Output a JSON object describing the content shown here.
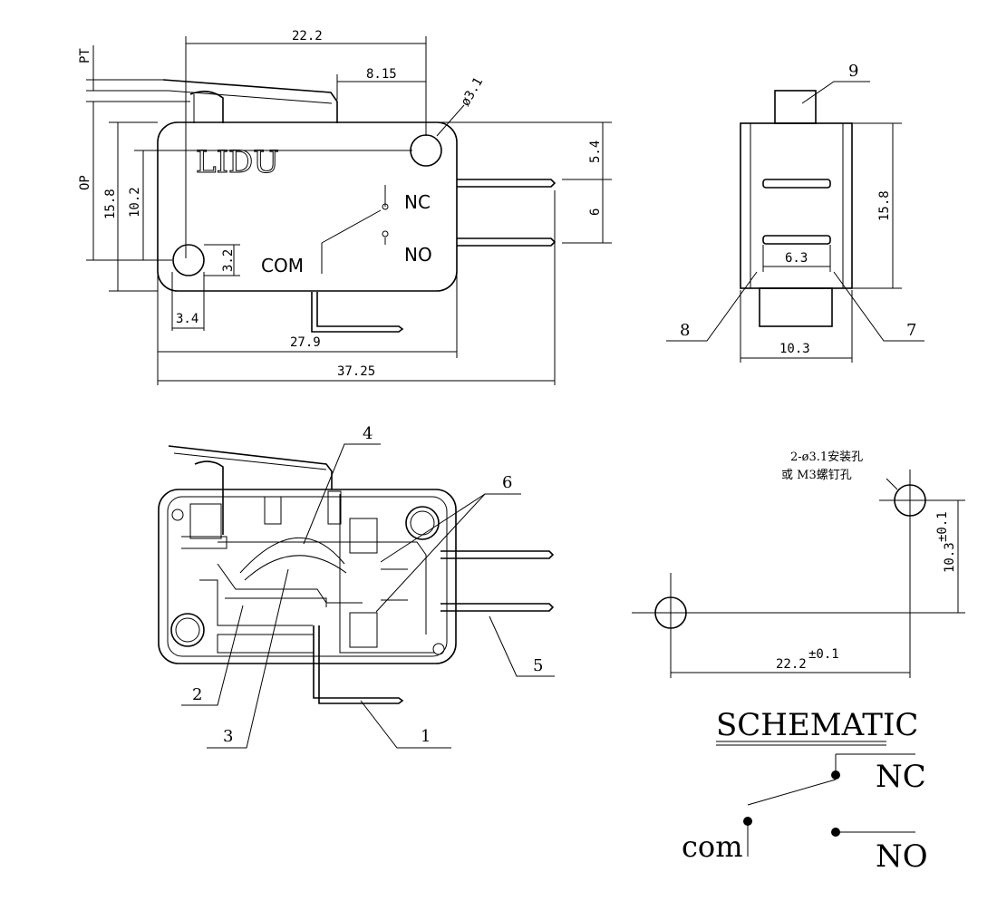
{
  "top_view": {
    "brand": "LIDU",
    "term_nc": "NC",
    "term_no": "NO",
    "term_com": "COM",
    "dims": {
      "d_22_2": "22.2",
      "d_8_15": "8.15",
      "d_hole": "ø3.1",
      "d_pt": "PT",
      "d_op": "OP",
      "d_15_8": "15.8",
      "d_10_2": "10.2",
      "d_3_2": "3.2",
      "d_3_4": "3.4",
      "d_27_9": "27.9",
      "d_37_25": "37.25",
      "d_5_4": "5.4",
      "d_6": "6"
    }
  },
  "side_view": {
    "dims": {
      "d_6_3": "6.3",
      "d_10_3": "10.3",
      "d_15_8": "15.8"
    },
    "callouts": {
      "c7": "7",
      "c8": "8",
      "c9": "9"
    }
  },
  "internal_view": {
    "callouts": {
      "c1": "1",
      "c2": "2",
      "c3": "3",
      "c4": "4",
      "c5": "5",
      "c6": "6"
    }
  },
  "mount": {
    "note_line1": "2-ø3.1安装孔",
    "note_line2": "或 M3螺钉孔",
    "d_10_3": "10.3",
    "d_10_3_tol": "±0.1",
    "d_22_2": "22.2",
    "d_22_2_tol": "±0.1"
  },
  "schematic": {
    "title": "SCHEMATIC",
    "nc": "NC",
    "no": "NO",
    "com": "com"
  }
}
